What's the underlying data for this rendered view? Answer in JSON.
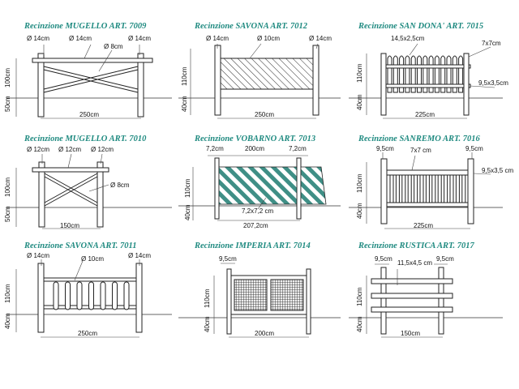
{
  "panels": [
    {
      "title": "Recinzione MUGELLO ART. 7009",
      "d1": "Ø 14cm",
      "d2": "Ø 14cm",
      "d3": "Ø 14cm",
      "d4": "Ø 8cm",
      "h1": "100cm",
      "h2": "50cm",
      "w": "250cm"
    },
    {
      "title": "Recinzione SAVONA ART. 7012",
      "d1": "Ø 14cm",
      "d2": "Ø 10cm",
      "d3": "Ø 14cm",
      "h1": "110cm",
      "h2": "40cm",
      "w": "250cm"
    },
    {
      "title": "Recinzione SAN DONA' ART. 7015",
      "d1": "14,5x2,5cm",
      "d2": "7x7cm",
      "d3": "9,5x3,5cm",
      "h1": "110cm",
      "h2": "40cm",
      "w": "225cm"
    },
    {
      "title": "Recinzione MUGELLO ART. 7010",
      "d1": "Ø 12cm",
      "d2": "Ø 12cm",
      "d3": "Ø 12cm",
      "d4": "Ø 8cm",
      "h1": "100cm",
      "h2": "50cm",
      "w": "150cm"
    },
    {
      "title": "Recinzione VOBARNO ART. 7013",
      "d1": "7,2cm",
      "d2": "200cm",
      "d3": "7,2cm",
      "d4": "7,2x7,2 cm",
      "h1": "110cm",
      "h2": "40cm",
      "w": "207,2cm"
    },
    {
      "title": "Recinzione SANREMO ART. 7016",
      "d1": "9,5cm",
      "d2": "7x7 cm",
      "d3": "9,5cm",
      "d4": "9,5x3,5 cm",
      "h1": "110cm",
      "h2": "40cm",
      "w": "225cm"
    },
    {
      "title": "Recinzione SAVONA ART. 7011",
      "d1": "Ø 14cm",
      "d2": "Ø 10cm",
      "d3": "Ø 14cm",
      "h1": "110cm",
      "h2": "40cm",
      "w": "250cm"
    },
    {
      "title": "Recinzione IMPERIA ART. 7014",
      "d1": "9,5cm",
      "h1": "110cm",
      "h2": "40cm",
      "w": "200cm"
    },
    {
      "title": "Recinzione RUSTICA ART. 7017",
      "d1": "9,5cm",
      "d2": "11,5x4,5 cm",
      "d3": "9,5cm",
      "h1": "110cm",
      "h2": "40cm",
      "w": "150cm"
    }
  ]
}
